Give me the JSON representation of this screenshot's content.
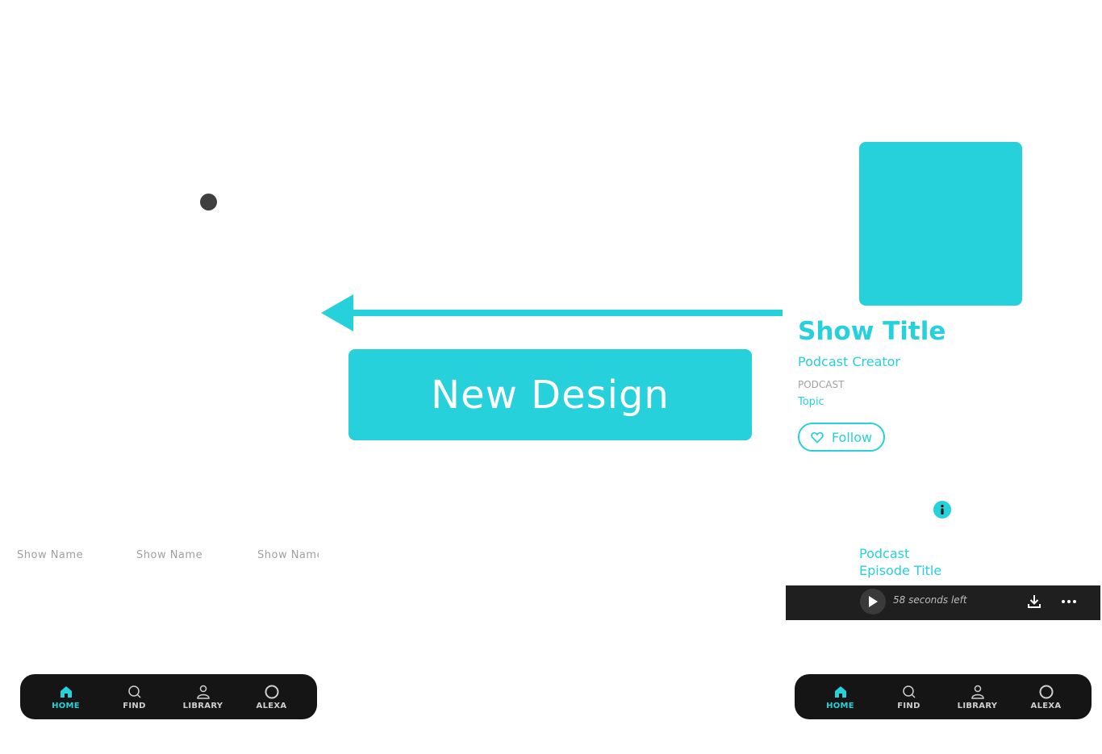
{
  "colors": {
    "accent": "#26d1db",
    "dark": "#151515",
    "muted": "#a0a0a0"
  },
  "left_mock": {
    "show_names": [
      "Show Name",
      "Show Name",
      "Show Name"
    ]
  },
  "banner": {
    "label": "New Design"
  },
  "right_mock": {
    "show_title": "Show Title",
    "creator": "Podcast Creator",
    "type": "PODCAST",
    "topic": "Topic",
    "follow_label": "Follow",
    "episode_title_line1": "Podcast",
    "episode_title_line2": "Episode Title",
    "player": {
      "time_left": "58 seconds left"
    }
  },
  "nav": {
    "items": [
      {
        "label": "HOME",
        "icon": "home-icon",
        "active": true
      },
      {
        "label": "FIND",
        "icon": "search-icon",
        "active": false
      },
      {
        "label": "LIBRARY",
        "icon": "person-icon",
        "active": false
      },
      {
        "label": "ALEXA",
        "icon": "alexa-ring-icon",
        "active": false
      }
    ]
  }
}
